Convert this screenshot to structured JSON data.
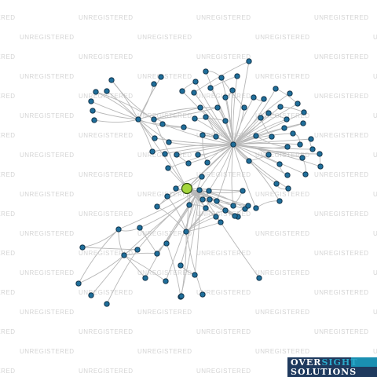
{
  "watermark": {
    "text": "UNREGISTERED"
  },
  "logo": {
    "line1_a": "OVER",
    "line1_b": "SIGHT",
    "line2": "SOLUTIONS"
  },
  "colors": {
    "edge": "#b7b7b7",
    "node_fill": "#1f6e9a",
    "node_stroke": "#0b2a40",
    "focus_fill": "#a4d63c",
    "focus_stroke": "#2f4a10",
    "watermark": "#d4d4d4",
    "logo_bg": "#1f3a5e",
    "logo_accent": "#2aa8c9"
  },
  "graph": {
    "focus": "F",
    "nodes": [
      "F",
      "H1",
      "H2",
      "H3",
      "H4",
      "H5",
      "a1",
      "a2",
      "a3",
      "a4",
      "a5",
      "a6",
      "a7",
      "a8",
      "b1",
      "b2",
      "b3",
      "b4",
      "b5",
      "b6",
      "b7",
      "b8",
      "b9",
      "b10",
      "b11",
      "b12",
      "b13",
      "b14",
      "b15",
      "b16",
      "b17",
      "c1",
      "c2",
      "c3",
      "c4",
      "c5",
      "c6",
      "c7",
      "c8",
      "c9",
      "c10",
      "c11",
      "c12",
      "c13",
      "c14",
      "c15",
      "c16",
      "c17",
      "c18",
      "c19",
      "c20",
      "c21",
      "c22",
      "c23",
      "c24",
      "d1",
      "d2",
      "d3",
      "d4",
      "d5",
      "d6",
      "d7",
      "d8",
      "d9",
      "d10",
      "d11",
      "e1",
      "e2",
      "e3",
      "e4",
      "e5",
      "e6",
      "e7",
      "e8",
      "e9",
      "e10",
      "e11",
      "e12",
      "e13",
      "e14",
      "e15",
      "e16",
      "e17",
      "e18",
      "e19",
      "e20",
      "e21",
      "e22",
      "e23",
      "e24",
      "f1",
      "f2",
      "f3",
      "f4",
      "f5",
      "f6",
      "f7",
      "f8",
      "f9",
      "f10",
      "f11",
      "f12",
      "f13",
      "f14"
    ],
    "edges": [
      [
        "F",
        "H1"
      ],
      [
        "F",
        "H3"
      ],
      [
        "F",
        "H4"
      ],
      [
        "F",
        "H5"
      ],
      [
        "F",
        "H2"
      ],
      [
        "F",
        "e1"
      ],
      [
        "F",
        "e2"
      ],
      [
        "F",
        "e3"
      ],
      [
        "F",
        "e4"
      ],
      [
        "F",
        "e5"
      ],
      [
        "F",
        "e6"
      ],
      [
        "F",
        "e7"
      ],
      [
        "F",
        "e8"
      ],
      [
        "F",
        "e9"
      ],
      [
        "F",
        "e10"
      ],
      [
        "F",
        "e11"
      ],
      [
        "F",
        "e12"
      ],
      [
        "F",
        "e13"
      ],
      [
        "F",
        "e14"
      ],
      [
        "F",
        "e15"
      ],
      [
        "F",
        "e16"
      ],
      [
        "F",
        "e17"
      ],
      [
        "F",
        "e18"
      ],
      [
        "F",
        "e19"
      ],
      [
        "F",
        "e20"
      ],
      [
        "H4",
        "e1"
      ],
      [
        "H4",
        "e2"
      ],
      [
        "H4",
        "e5"
      ],
      [
        "H4",
        "e6"
      ],
      [
        "H4",
        "e9"
      ],
      [
        "H4",
        "e16"
      ],
      [
        "H4",
        "e17"
      ],
      [
        "H4",
        "e18"
      ],
      [
        "H3",
        "F"
      ],
      [
        "H3",
        "e21"
      ],
      [
        "H3",
        "e22"
      ],
      [
        "H3",
        "e23"
      ],
      [
        "H3",
        "e24"
      ],
      [
        "H3",
        "f1"
      ],
      [
        "H3",
        "f2"
      ],
      [
        "H3",
        "f3"
      ],
      [
        "H3",
        "f4"
      ],
      [
        "H3",
        "f5"
      ],
      [
        "H3",
        "f6"
      ],
      [
        "H3",
        "f7"
      ],
      [
        "H3",
        "f8"
      ],
      [
        "H3",
        "f9"
      ],
      [
        "H3",
        "f10"
      ],
      [
        "H3",
        "f11"
      ],
      [
        "H3",
        "f12"
      ],
      [
        "H3",
        "f13"
      ],
      [
        "H3",
        "f14"
      ],
      [
        "H3",
        "e3"
      ],
      [
        "H3",
        "e8"
      ],
      [
        "H3",
        "e12"
      ],
      [
        "H1",
        "a1"
      ],
      [
        "H1",
        "a2"
      ],
      [
        "H1",
        "a3"
      ],
      [
        "H1",
        "a4"
      ],
      [
        "H1",
        "a5"
      ],
      [
        "H1",
        "a6"
      ],
      [
        "H1",
        "a7"
      ],
      [
        "H1",
        "a8"
      ],
      [
        "H1",
        "b1"
      ],
      [
        "H1",
        "b2"
      ],
      [
        "H1",
        "b3"
      ],
      [
        "H1",
        "b5"
      ],
      [
        "H1",
        "b6"
      ],
      [
        "H1",
        "b7"
      ],
      [
        "H2",
        "a1"
      ],
      [
        "H2",
        "a2"
      ],
      [
        "H2",
        "b1"
      ],
      [
        "H2",
        "b3"
      ],
      [
        "H2",
        "b4"
      ],
      [
        "H3",
        "b1"
      ],
      [
        "H3",
        "b2"
      ],
      [
        "H3",
        "b3"
      ],
      [
        "H3",
        "b4"
      ],
      [
        "H3",
        "b5"
      ],
      [
        "H3",
        "b6"
      ],
      [
        "H3",
        "b7"
      ],
      [
        "H3",
        "b8"
      ],
      [
        "H3",
        "b9"
      ],
      [
        "H3",
        "b10"
      ],
      [
        "H3",
        "b11"
      ],
      [
        "H3",
        "b12"
      ],
      [
        "H3",
        "b13"
      ],
      [
        "H3",
        "b14"
      ],
      [
        "H3",
        "b15"
      ],
      [
        "H3",
        "b16"
      ],
      [
        "H3",
        "b17"
      ],
      [
        "H3",
        "c1"
      ],
      [
        "H3",
        "c2"
      ],
      [
        "H3",
        "c3"
      ],
      [
        "H3",
        "c4"
      ],
      [
        "H3",
        "c5"
      ],
      [
        "H3",
        "c6"
      ],
      [
        "H3",
        "c7"
      ],
      [
        "H3",
        "c8"
      ],
      [
        "H3",
        "c9"
      ],
      [
        "H3",
        "c10"
      ],
      [
        "H3",
        "c11"
      ],
      [
        "H3",
        "c12"
      ],
      [
        "H3",
        "c13"
      ],
      [
        "H3",
        "c14"
      ],
      [
        "H3",
        "c15"
      ],
      [
        "H3",
        "c16"
      ],
      [
        "H3",
        "c17"
      ],
      [
        "H3",
        "c18"
      ],
      [
        "H3",
        "c19"
      ],
      [
        "H3",
        "c20"
      ],
      [
        "H3",
        "c21"
      ],
      [
        "H3",
        "c22"
      ],
      [
        "H3",
        "c23"
      ],
      [
        "H3",
        "c24"
      ],
      [
        "c1",
        "c2"
      ],
      [
        "c3",
        "c5"
      ],
      [
        "c6",
        "c8"
      ],
      [
        "c9",
        "c10"
      ],
      [
        "c12",
        "c13"
      ],
      [
        "c14",
        "c16"
      ],
      [
        "c17",
        "c18"
      ],
      [
        "c19",
        "c20"
      ],
      [
        "c21",
        "c22"
      ],
      [
        "c23",
        "c24"
      ],
      [
        "c4",
        "c7"
      ],
      [
        "c2",
        "c11"
      ],
      [
        "b3",
        "b4"
      ],
      [
        "b9",
        "b10"
      ],
      [
        "b12",
        "b13"
      ],
      [
        "b14",
        "b15"
      ],
      [
        "b16",
        "b17"
      ],
      [
        "b1",
        "b2"
      ],
      [
        "H5",
        "d1"
      ],
      [
        "H5",
        "d2"
      ],
      [
        "H5",
        "d3"
      ],
      [
        "H5",
        "d4"
      ],
      [
        "H5",
        "d5"
      ],
      [
        "H5",
        "d6"
      ],
      [
        "H5",
        "d7"
      ],
      [
        "H5",
        "d8"
      ],
      [
        "H5",
        "d9"
      ],
      [
        "H5",
        "d10"
      ],
      [
        "H5",
        "d11"
      ],
      [
        "d1",
        "d2"
      ],
      [
        "d3",
        "d4"
      ],
      [
        "d4",
        "d5"
      ],
      [
        "d5",
        "d6"
      ],
      [
        "d7",
        "d8"
      ],
      [
        "d2",
        "d5"
      ],
      [
        "d4",
        "d9"
      ],
      [
        "d4",
        "d10"
      ],
      [
        "d6",
        "d11"
      ],
      [
        "d1",
        "d4"
      ],
      [
        "H5",
        "e13"
      ],
      [
        "H5",
        "e14"
      ],
      [
        "H5",
        "e19"
      ],
      [
        "H5",
        "e20"
      ],
      [
        "H5",
        "e15"
      ],
      [
        "e1",
        "e2"
      ],
      [
        "e4",
        "e5"
      ],
      [
        "e6",
        "e7"
      ],
      [
        "e9",
        "e10"
      ],
      [
        "e12",
        "e13"
      ],
      [
        "e15",
        "e16"
      ],
      [
        "e17",
        "e18"
      ],
      [
        "e19",
        "e20"
      ],
      [
        "e21",
        "e22"
      ],
      [
        "e23",
        "e24"
      ],
      [
        "f1",
        "f2"
      ],
      [
        "f3",
        "f4"
      ],
      [
        "f5",
        "f6"
      ],
      [
        "f7",
        "f8"
      ],
      [
        "f9",
        "f10"
      ],
      [
        "f11",
        "f12"
      ],
      [
        "f13",
        "f14"
      ],
      [
        "H3",
        "e11"
      ],
      [
        "H3",
        "e7"
      ]
    ]
  }
}
